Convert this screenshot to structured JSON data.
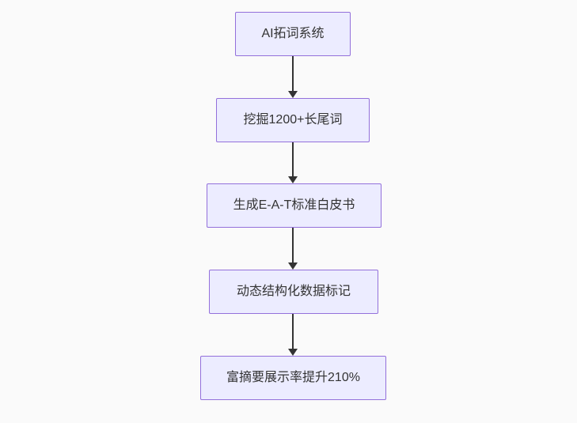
{
  "diagram": {
    "type": "flowchart",
    "direction": "top-down",
    "nodes": [
      {
        "id": "node-1",
        "label": "AI拓词系统"
      },
      {
        "id": "node-2",
        "label": "挖掘1200+长尾词"
      },
      {
        "id": "node-3",
        "label": "生成E-A-T标准白皮书"
      },
      {
        "id": "node-4",
        "label": "动态结构化数据标记"
      },
      {
        "id": "node-5",
        "label": "富摘要展示率提升210%"
      }
    ],
    "edges": [
      {
        "from": "node-1",
        "to": "node-2",
        "style": "arrow-down"
      },
      {
        "from": "node-2",
        "to": "node-3",
        "style": "arrow-down"
      },
      {
        "from": "node-3",
        "to": "node-4",
        "style": "arrow-down"
      },
      {
        "from": "node-4",
        "to": "node-5",
        "style": "arrow-down"
      }
    ],
    "colors": {
      "canvas_bg": "#fafafa",
      "node_fill": "#ECECFF",
      "node_border": "#9370DB",
      "node_text": "#333333",
      "edge_color": "#333333"
    }
  }
}
